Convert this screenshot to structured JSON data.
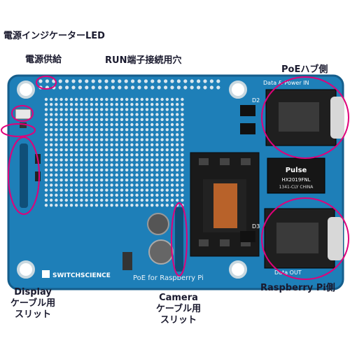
{
  "labels": {
    "power_led": "電源インジケーターLED",
    "power_supply": "電源供給",
    "run_hole": "RUN端子接続用穴",
    "poe_hub_side": "PoEハブ側",
    "raspberry_pi_side": "Raspberry Pi側",
    "display_slit": [
      "Display",
      "ケーブル用",
      "スリット"
    ],
    "camera_slit": [
      "Camera",
      "ケーブル用",
      "スリット"
    ]
  },
  "board": {
    "brand": "SWITCHSCIENCE",
    "product": "PoE for Raspberry Pi",
    "jack_top_label": "Data & Power IN",
    "jack_bottom_label": "Data OUT",
    "chip_brand": "Pulse",
    "chip_model": "HX2019FNL",
    "chip_sub": "1341-CLY CHINA",
    "d2_label": "D2",
    "d3_label": "D3"
  },
  "colors": {
    "board": "#1e7fb8",
    "board_dark": "#155e8c",
    "annotation": "#e0007a",
    "pad": "#d9e6ee"
  }
}
